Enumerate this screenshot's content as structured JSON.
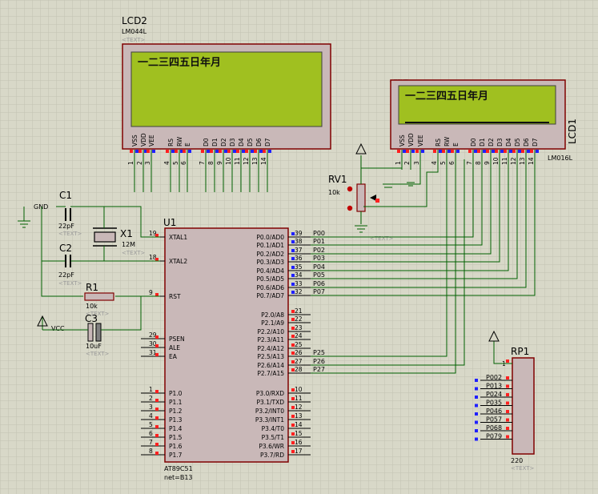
{
  "lcd2": {
    "ref": "LCD2",
    "model": "LM044L",
    "text_placeholder": "<TEXT>",
    "display": "一二三四五日年月"
  },
  "lcd1": {
    "ref": "LCD1",
    "model": "LM016L",
    "text_placeholder": "<TEXT>",
    "display": "一二三四五日年月"
  },
  "lcd_pin_labels": [
    "VSS",
    "VDD",
    "VEE",
    "RS",
    "RW",
    "E",
    "D0",
    "D1",
    "D2",
    "D3",
    "D4",
    "D5",
    "D6",
    "D7"
  ],
  "lcd_pin_numbers": [
    "1",
    "2",
    "3",
    "4",
    "5",
    "6",
    "7",
    "8",
    "9",
    "10",
    "11",
    "12",
    "13",
    "14"
  ],
  "rv1": {
    "ref": "RV1",
    "value": "10k",
    "text_placeholder": "<TEXT>"
  },
  "c1": {
    "ref": "C1",
    "value": "22pF",
    "text_placeholder": "<TEXT>"
  },
  "c2": {
    "ref": "C2",
    "value": "22pF",
    "text_placeholder": "<TEXT>"
  },
  "x1": {
    "ref": "X1",
    "value": "12M",
    "text_placeholder": "<TEXT>"
  },
  "r1": {
    "ref": "R1",
    "value": "10k",
    "text_placeholder": "<TEXT>"
  },
  "c3": {
    "ref": "C3",
    "value": "10uF",
    "text_placeholder": "<TEXT>"
  },
  "gnd_label": "GND",
  "vcc_label": "VCC",
  "u1": {
    "ref": "U1",
    "model": "AT89C51",
    "net": "net=B13",
    "left_pins": [
      {
        "num": "19",
        "name": "XTAL1"
      },
      {
        "num": "18",
        "name": "XTAL2"
      },
      {
        "num": "9",
        "name": "RST"
      },
      {
        "num": "29",
        "name": "PSEN"
      },
      {
        "num": "30",
        "name": "ALE"
      },
      {
        "num": "31",
        "name": "EA"
      },
      {
        "num": "1",
        "name": "P1.0"
      },
      {
        "num": "2",
        "name": "P1.1"
      },
      {
        "num": "3",
        "name": "P1.2"
      },
      {
        "num": "4",
        "name": "P1.3"
      },
      {
        "num": "5",
        "name": "P1.4"
      },
      {
        "num": "6",
        "name": "P1.5"
      },
      {
        "num": "7",
        "name": "P1.6"
      },
      {
        "num": "8",
        "name": "P1.7"
      }
    ],
    "right_pins": [
      {
        "num": "39",
        "name": "P0.0/AD0"
      },
      {
        "num": "38",
        "name": "P0.1/AD1"
      },
      {
        "num": "37",
        "name": "P0.2/AD2"
      },
      {
        "num": "36",
        "name": "P0.3/AD3"
      },
      {
        "num": "35",
        "name": "P0.4/AD4"
      },
      {
        "num": "34",
        "name": "P0.5/AD5"
      },
      {
        "num": "33",
        "name": "P0.6/AD6"
      },
      {
        "num": "32",
        "name": "P0.7/AD7"
      },
      {
        "num": "21",
        "name": "P2.0/A8"
      },
      {
        "num": "22",
        "name": "P2.1/A9"
      },
      {
        "num": "23",
        "name": "P2.2/A10"
      },
      {
        "num": "24",
        "name": "P2.3/A11"
      },
      {
        "num": "25",
        "name": "P2.4/A12"
      },
      {
        "num": "26",
        "name": "P2.5/A13"
      },
      {
        "num": "27",
        "name": "P2.6/A14"
      },
      {
        "num": "28",
        "name": "P2.7/A15"
      },
      {
        "num": "10",
        "name": "P3.0/RXD"
      },
      {
        "num": "11",
        "name": "P3.1/TXD"
      },
      {
        "num": "12",
        "name": "P3.2/INT0"
      },
      {
        "num": "13",
        "name": "P3.3/INT1"
      },
      {
        "num": "14",
        "name": "P3.4/T0"
      },
      {
        "num": "15",
        "name": "P3.5/T1"
      },
      {
        "num": "16",
        "name": "P3.6/WR"
      },
      {
        "num": "17",
        "name": "P3.7/RD"
      }
    ]
  },
  "net_labels": [
    "P00",
    "P01",
    "P02",
    "P03",
    "P04",
    "P05",
    "P06",
    "P07",
    "P25",
    "P26",
    "P27"
  ],
  "rp1": {
    "ref": "RP1",
    "value": "220",
    "text_placeholder": "<TEXT>",
    "pin1": "1",
    "nets": [
      "P002",
      "P013",
      "P024",
      "P035",
      "P046",
      "P057",
      "P068",
      "P079"
    ]
  },
  "colors": {
    "background": "#d8d8c8",
    "grid": "#c2c2b2",
    "wire": "#006000",
    "body": "#c9b8b8",
    "outline": "#800000",
    "lcd": "#a0c020",
    "pin_red": "#ff2020",
    "pin_blue": "#2020ff"
  }
}
